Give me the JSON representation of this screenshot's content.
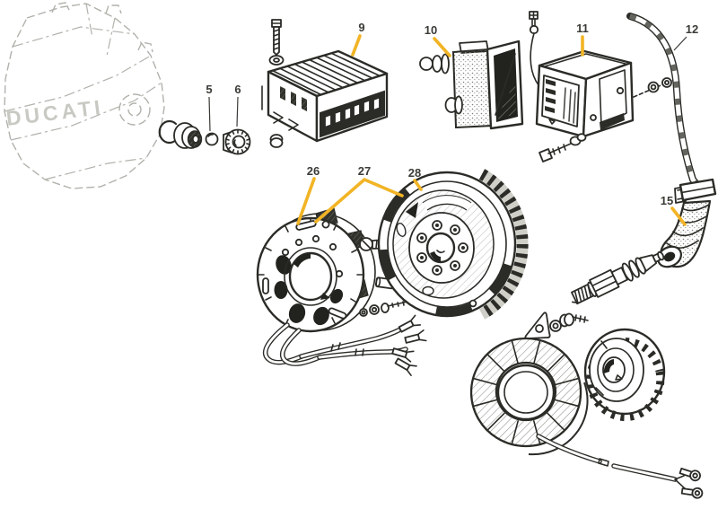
{
  "figure": {
    "type": "exploded-parts-diagram",
    "brand_text": "DUCATI",
    "colors": {
      "background": "#ffffff",
      "ink": "#2b2b27",
      "phantom_gray": "#b2b2ac",
      "leader_yellow": "#f2b425",
      "leader_black": "#3b3b37",
      "label_text": "#3b3b37"
    },
    "callouts": {
      "5": "5",
      "6": "6",
      "9": "9",
      "10": "10",
      "11": "11",
      "12": "12",
      "15": "15",
      "26": "26",
      "27": "27",
      "28": "28"
    }
  }
}
